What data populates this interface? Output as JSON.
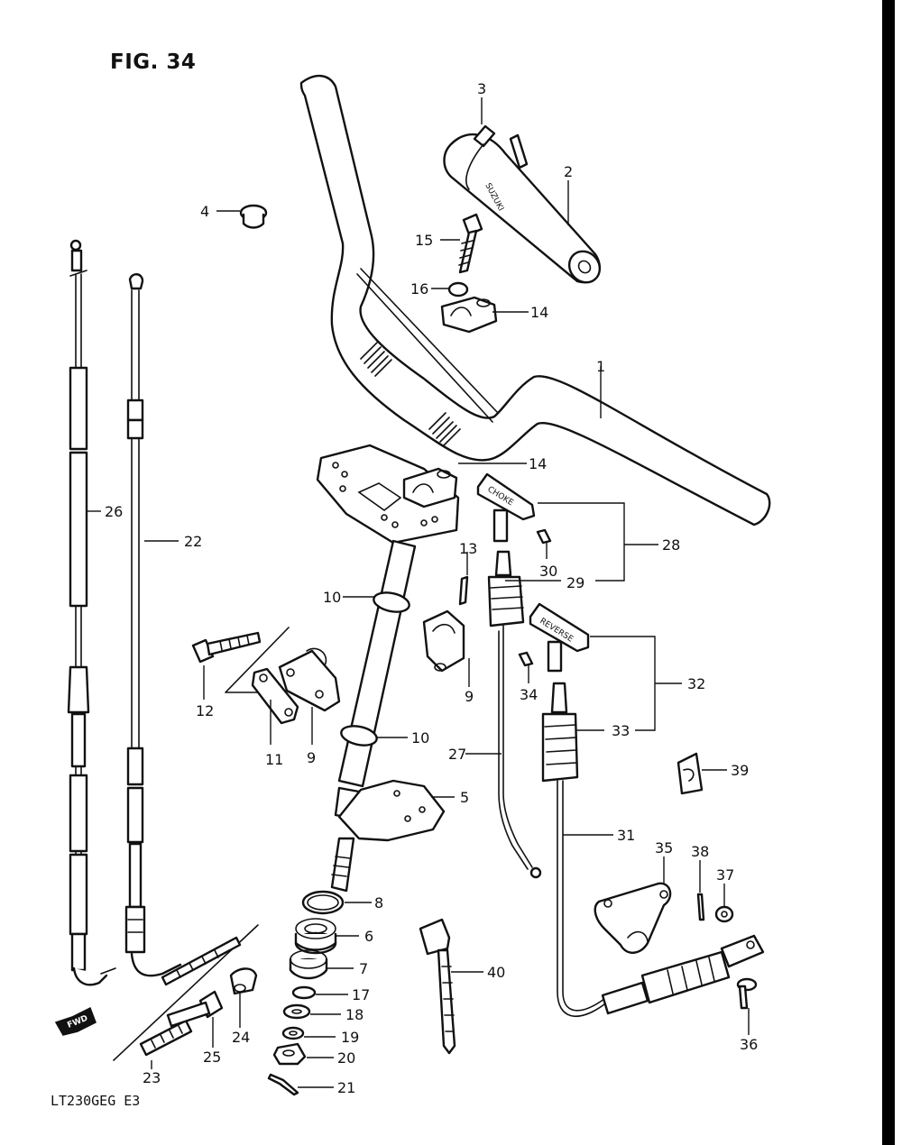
{
  "figure_title": "FIG. 34",
  "model_code": "LT230GEG E3",
  "direction_marker": "FWD",
  "part_stamps": {
    "pad_brand": "SUZUKI",
    "choke_knob": "CHOKE",
    "reverse_knob": "REVERSE"
  },
  "callouts": [
    {
      "id": "c1",
      "label": "1"
    },
    {
      "id": "c2",
      "label": "2"
    },
    {
      "id": "c3",
      "label": "3"
    },
    {
      "id": "c4",
      "label": "4"
    },
    {
      "id": "c5",
      "label": "5"
    },
    {
      "id": "c6",
      "label": "6"
    },
    {
      "id": "c7",
      "label": "7"
    },
    {
      "id": "c8",
      "label": "8"
    },
    {
      "id": "c9a",
      "label": "9"
    },
    {
      "id": "c9b",
      "label": "9"
    },
    {
      "id": "c10a",
      "label": "10"
    },
    {
      "id": "c10b",
      "label": "10"
    },
    {
      "id": "c11",
      "label": "11"
    },
    {
      "id": "c12",
      "label": "12"
    },
    {
      "id": "c13",
      "label": "13"
    },
    {
      "id": "c14a",
      "label": "14"
    },
    {
      "id": "c14b",
      "label": "14"
    },
    {
      "id": "c15",
      "label": "15"
    },
    {
      "id": "c16",
      "label": "16"
    },
    {
      "id": "c17",
      "label": "17"
    },
    {
      "id": "c18",
      "label": "18"
    },
    {
      "id": "c19",
      "label": "19"
    },
    {
      "id": "c20",
      "label": "20"
    },
    {
      "id": "c21",
      "label": "21"
    },
    {
      "id": "c22",
      "label": "22"
    },
    {
      "id": "c23",
      "label": "23"
    },
    {
      "id": "c24",
      "label": "24"
    },
    {
      "id": "c25",
      "label": "25"
    },
    {
      "id": "c26",
      "label": "26"
    },
    {
      "id": "c27",
      "label": "27"
    },
    {
      "id": "c28",
      "label": "28"
    },
    {
      "id": "c29",
      "label": "29"
    },
    {
      "id": "c30",
      "label": "30"
    },
    {
      "id": "c31",
      "label": "31"
    },
    {
      "id": "c32",
      "label": "32"
    },
    {
      "id": "c33",
      "label": "33"
    },
    {
      "id": "c34",
      "label": "34"
    },
    {
      "id": "c35",
      "label": "35"
    },
    {
      "id": "c36",
      "label": "36"
    },
    {
      "id": "c37",
      "label": "37"
    },
    {
      "id": "c38",
      "label": "38"
    },
    {
      "id": "c39",
      "label": "39"
    },
    {
      "id": "c40",
      "label": "40"
    }
  ]
}
